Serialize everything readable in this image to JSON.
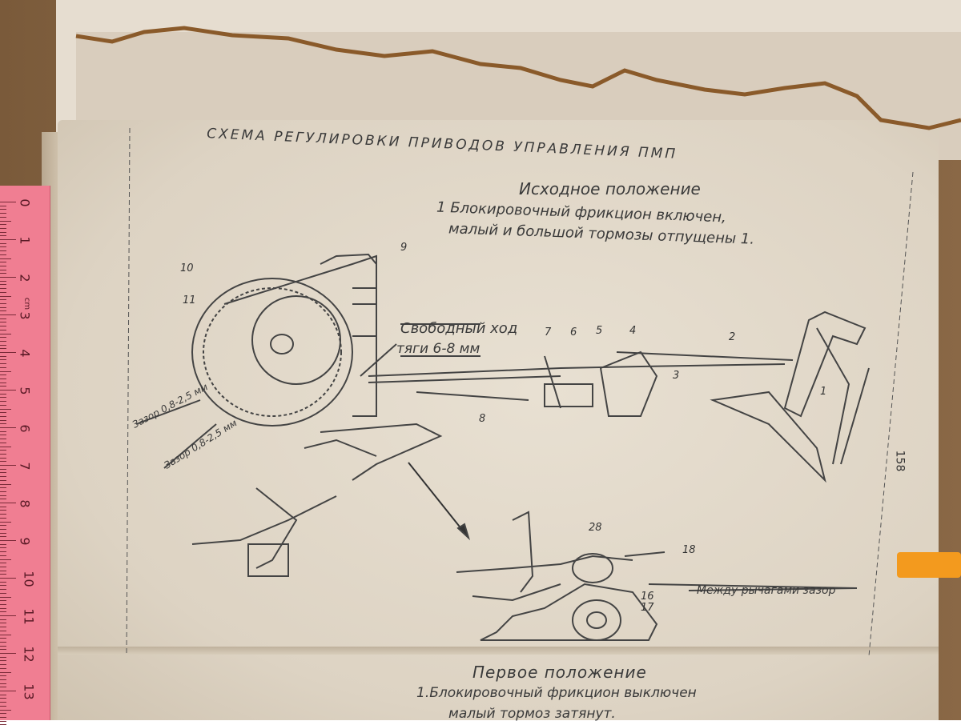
{
  "page": {
    "title": "СХЕМА РЕГУЛИРОВКИ ПРИВОДОВ УПРАВЛЕНИЯ ПМП",
    "subtitle": "Исходное положение",
    "line1": "1 Блокировочный фрикцион включен,",
    "line2": "малый и большой тормозы отпущены 1.",
    "page_number": "158"
  },
  "annotations": {
    "free_play_1": "Свободный ход",
    "free_play_2": "тяги 6-8 мм",
    "gap_1": "Зазор 0,8-2,5 мм",
    "gap_2": "Зазор 0,8-2,5 мм",
    "between_levers": "Между рычагами зазор"
  },
  "labels": [
    "10",
    "11",
    "9",
    "7",
    "6",
    "5",
    "4",
    "2",
    "3",
    "1",
    "8",
    "28",
    "18",
    "16",
    "17"
  ],
  "section2": {
    "title": "Первое положение",
    "line1": "1.Блокировочный фрикцион выключен",
    "line2": "малый тормоз затянут."
  },
  "ruler": {
    "numbers": [
      "0",
      "1",
      "2",
      "3",
      "4",
      "5",
      "6",
      "7",
      "8",
      "9",
      "10",
      "11",
      "12",
      "13"
    ],
    "unit": "cm"
  }
}
